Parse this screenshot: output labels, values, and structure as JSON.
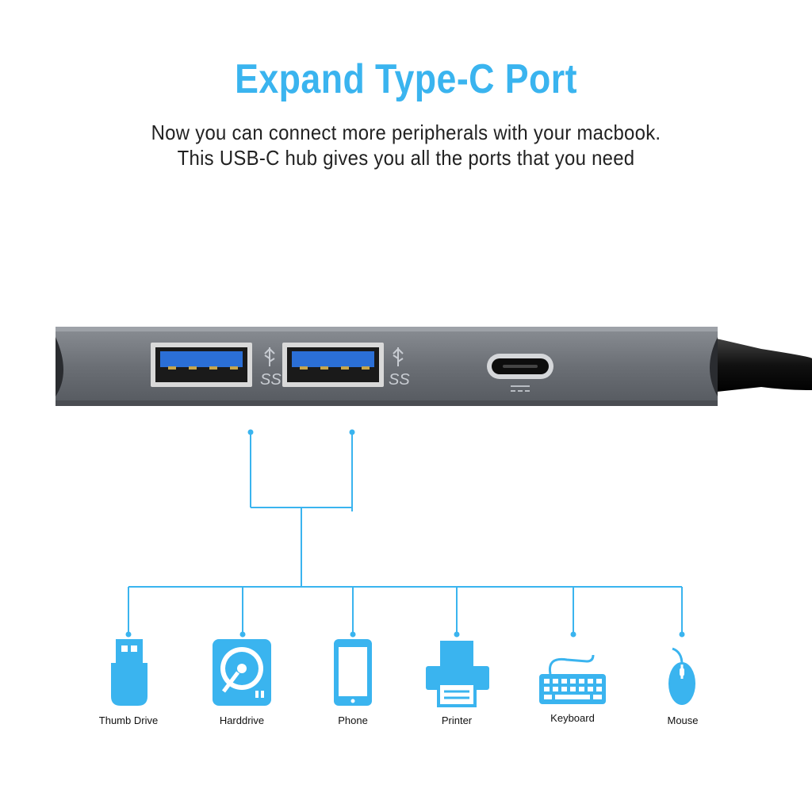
{
  "headline": "Expand Type-C Port",
  "subtitle": {
    "line1": "Now you can connect more peripherals with your macbook.",
    "line2": "This USB-C hub gives you all the ports that you need"
  },
  "hub": {
    "ports": [
      {
        "type": "usb-a",
        "marking": "SS"
      },
      {
        "type": "usb-a",
        "marking": "SS"
      },
      {
        "type": "usb-c"
      }
    ]
  },
  "devices": [
    {
      "label": "Thumb Drive",
      "icon": "thumb-drive-icon"
    },
    {
      "label": "Harddrive",
      "icon": "harddrive-icon"
    },
    {
      "label": "Phone",
      "icon": "phone-icon"
    },
    {
      "label": "Printer",
      "icon": "printer-icon"
    },
    {
      "label": "Keyboard",
      "icon": "keyboard-icon"
    },
    {
      "label": "Mouse",
      "icon": "mouse-icon"
    }
  ],
  "colors": {
    "accent": "#3ab4ef",
    "hub_body": "#6e7278",
    "port_blue": "#2b6fd6",
    "text": "#222222"
  }
}
